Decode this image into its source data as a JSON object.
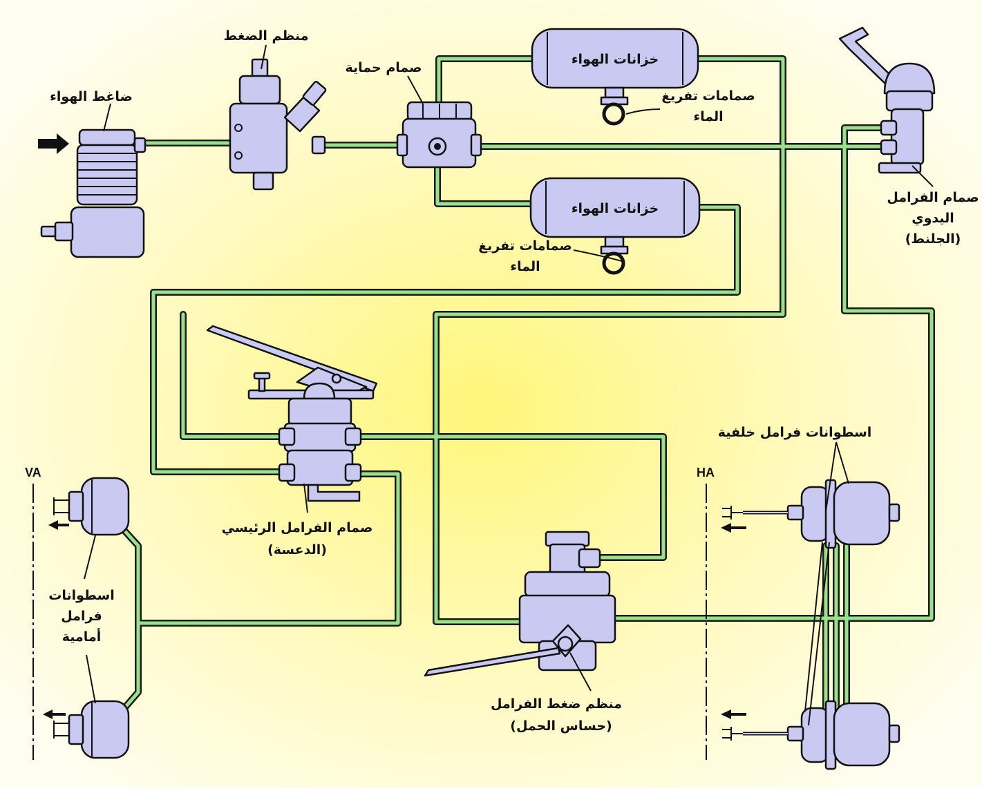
{
  "diagram": {
    "background": {
      "center": "#fff67a",
      "edge": "#fffdf0"
    },
    "colors": {
      "pipe": "#9be08a",
      "outline": "#1a1a1a",
      "component": "#c9c9f2"
    },
    "axis_labels": {
      "front": "VA",
      "rear": "HA"
    },
    "labels": {
      "air_compressor": "ضاغط الهواء",
      "pressure_regulator": "منظم الضغط",
      "protection_valve": "صمام حماية",
      "air_tank_top": "خزانات الهواء",
      "air_tank_bottom": "خزانات الهواء",
      "drain_valves_top_1": "صمامات تفريغ",
      "drain_valves_top_2": "الماء",
      "drain_valves_bottom_1": "صمامات تفريغ",
      "drain_valves_bottom_2": "الماء",
      "hand_brake_1": "صمام الفرامل",
      "hand_brake_2": "اليدوي",
      "hand_brake_3": "(الجلنط)",
      "rear_cylinders": "اسطوانات فرامل  خلفية",
      "main_brake_1": "صمام الفرامل الرئيسي",
      "main_brake_2": "(الدعسة)",
      "front_cylinders_1": "اسطوانات",
      "front_cylinders_2": "فرامل",
      "front_cylinders_3": "أمامية",
      "load_sensor_1": "منظم ضغط الفرامل",
      "load_sensor_2": "(حساس الحمل)"
    }
  }
}
